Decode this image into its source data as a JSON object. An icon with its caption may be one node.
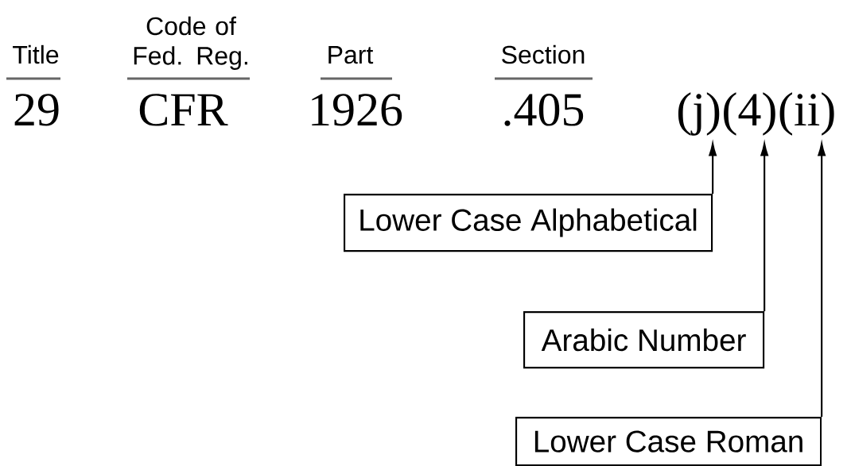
{
  "diagram": {
    "nodes": [
      {
        "text": [
          "(j)"
        ]
      },
      {
        "text": [
          "(4)"
        ]
      },
      {
        "text": [
          "(ii)"
        ]
      },
      {
        "text": [
          "Lower Case Alphabetical"
        ]
      },
      {
        "text": [
          "Arabic Number"
        ]
      },
      {
        "text": [
          "Lower Case Roman"
        ]
      }
    ],
    "edges": [
      {
        "from": 3,
        "to": 0,
        "arrow": "to"
      },
      {
        "from": 4,
        "to": 1,
        "arrow": "to"
      },
      {
        "from": 5,
        "to": 2,
        "arrow": "to"
      }
    ],
    "labels": [
      "Title",
      "Code of Fed. Reg.",
      "Part",
      "Section",
      "29",
      "CFR",
      "1926",
      ".405"
    ]
  }
}
